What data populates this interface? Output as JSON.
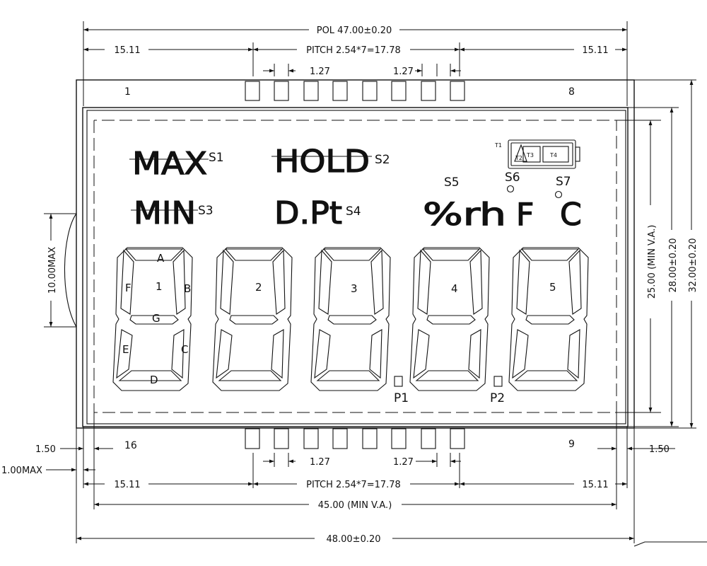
{
  "dimensions": {
    "pol": "POL 47.00±0.20",
    "pitch_top": "PITCH 2.54*7=17.78",
    "pitch_bottom": "PITCH 2.54*7=17.78",
    "edge_top_left": "15.11",
    "edge_top_right": "15.11",
    "edge_bottom_left": "15.11",
    "edge_bottom_right": "15.11",
    "pin_gap_top_1": "1.27",
    "pin_gap_top_2": "1.27",
    "pin_gap_bottom_1": "1.27",
    "pin_gap_bottom_2": "1.27",
    "bezel_left": "1.50",
    "bezel_right": "1.50",
    "thickness": "1.00MAX",
    "viewing_width": "45.00 (MIN V.A.)",
    "overall_width": "48.00±0.20",
    "viewing_height": "25.00 (MIN V.A.)",
    "glass_height": "28.00±0.20",
    "overall_height": "32.00±0.20",
    "connector_height": "10.00MAX"
  },
  "pins": {
    "top_left": "1",
    "top_right": "8",
    "bottom_left": "16",
    "bottom_right": "9"
  },
  "indicators": {
    "max": "MAX",
    "s1": "S1",
    "hold": "HOLD",
    "s2": "S2",
    "min": "MIN",
    "s3": "S3",
    "dpt": "D.Pt",
    "s4": "S4",
    "percent_rh": "%rh",
    "s5": "S5",
    "deg_f": "F",
    "s6": "S6",
    "deg_c": "C",
    "s7": "S7",
    "battery": [
      "T1",
      "T2",
      "T3",
      "T4"
    ]
  },
  "segment_labels": {
    "a": "A",
    "b": "B",
    "c": "C",
    "d": "D",
    "e": "E",
    "f": "F",
    "g": "G"
  },
  "digits": [
    "1",
    "2",
    "3",
    "4",
    "5"
  ],
  "decimal_points": [
    "P1",
    "P2"
  ]
}
